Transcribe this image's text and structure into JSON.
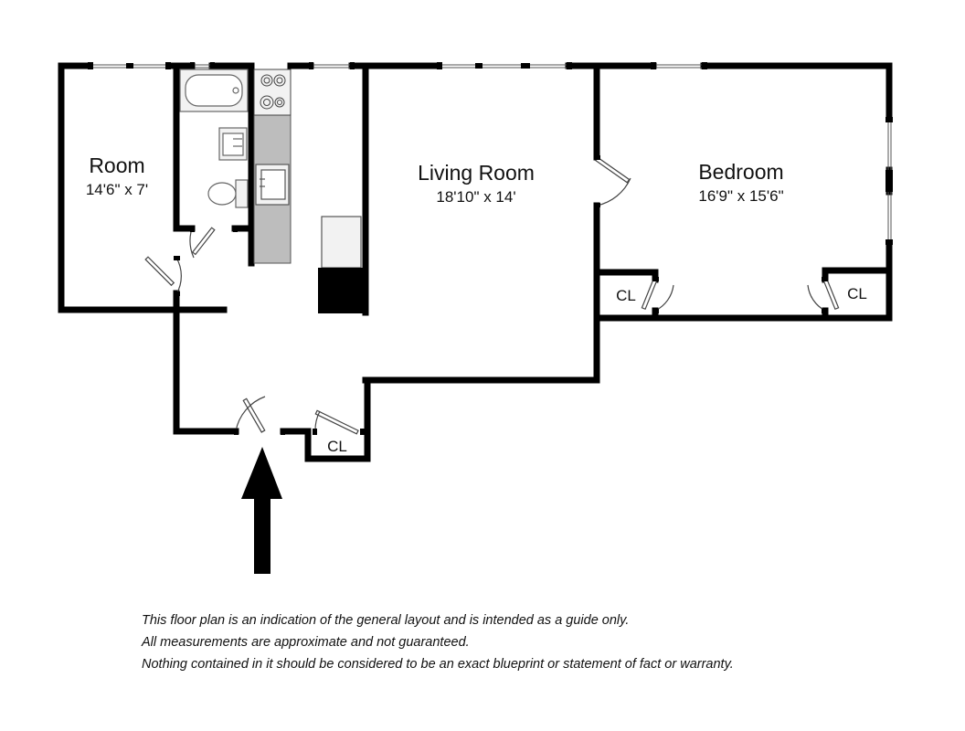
{
  "rooms": {
    "room": {
      "name": "Room",
      "dims": "14'6\" x 7'"
    },
    "living": {
      "name": "Living Room",
      "dims": "18'10\" x 14'"
    },
    "bedroom": {
      "name": "Bedroom",
      "dims": "16'9\" x 15'6\""
    }
  },
  "closets": {
    "bedroom_left": "CL",
    "bedroom_right": "CL",
    "entry": "CL"
  },
  "disclaimer": [
    "This floor plan is an indication of the general layout and is intended as a guide only.",
    "All measurements are approximate and not guaranteed.",
    "Nothing contained in it should be considered to be an exact blueprint or statement of fact or warranty."
  ],
  "colors": {
    "wall": "#000000",
    "fixture_fill": "#f2f2f2",
    "counter": "#bdbdbd",
    "background": "#ffffff"
  }
}
